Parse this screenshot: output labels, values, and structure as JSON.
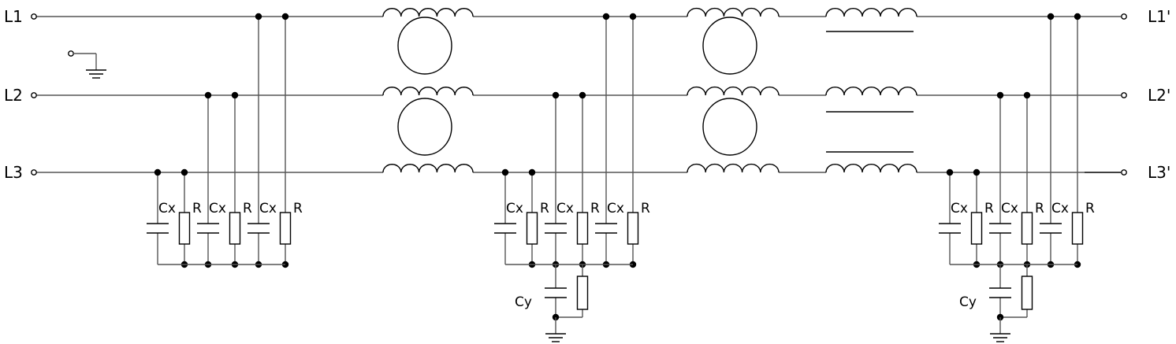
{
  "terminals": {
    "in": [
      "L1",
      "L2",
      "L3"
    ],
    "out": [
      "L1'",
      "L2'",
      "L3'"
    ]
  },
  "components": {
    "cx": "Cx",
    "r": "R",
    "cy": "Cy"
  }
}
